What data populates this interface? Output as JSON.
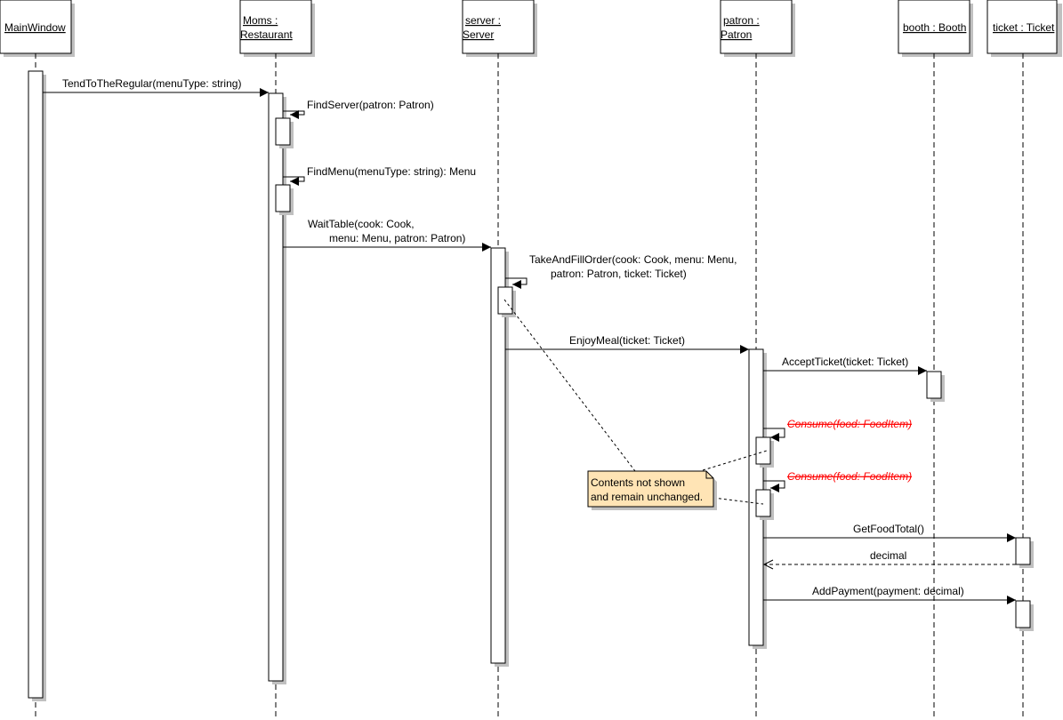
{
  "diagram": {
    "type": "UML sequence diagram",
    "lifelines": [
      {
        "id": "mainwindow",
        "label_lines": [
          "MainWindow"
        ]
      },
      {
        "id": "moms",
        "label_lines": [
          "Moms :",
          "Restaurant"
        ]
      },
      {
        "id": "server",
        "label_lines": [
          "server :",
          "Server"
        ]
      },
      {
        "id": "patron",
        "label_lines": [
          "patron :",
          "Patron"
        ]
      },
      {
        "id": "booth",
        "label_lines": [
          "booth : Booth"
        ]
      },
      {
        "id": "ticket",
        "label_lines": [
          "ticket : Ticket"
        ]
      }
    ],
    "messages": [
      {
        "id": "tend",
        "from": "mainwindow",
        "to": "moms",
        "kind": "sync",
        "label_lines": [
          "TendToTheRegular(menuType: string)"
        ]
      },
      {
        "id": "findserver",
        "from": "moms",
        "to": "moms",
        "kind": "self",
        "label_lines": [
          "FindServer(patron: Patron)"
        ]
      },
      {
        "id": "findmenu",
        "from": "moms",
        "to": "moms",
        "kind": "self",
        "label_lines": [
          "FindMenu(menuType: string): Menu"
        ]
      },
      {
        "id": "waittable",
        "from": "moms",
        "to": "server",
        "kind": "sync",
        "label_lines": [
          "WaitTable(cook: Cook,",
          "menu: Menu, patron: Patron)"
        ]
      },
      {
        "id": "takefill",
        "from": "server",
        "to": "server",
        "kind": "self",
        "label_lines": [
          "TakeAndFillOrder(cook: Cook, menu: Menu,",
          "patron: Patron, ticket: Ticket)"
        ]
      },
      {
        "id": "enjoymeal",
        "from": "server",
        "to": "patron",
        "kind": "sync",
        "label_lines": [
          "EnjoyMeal(ticket: Ticket)"
        ]
      },
      {
        "id": "acceptticket",
        "from": "patron",
        "to": "booth",
        "kind": "sync",
        "label_lines": [
          "AcceptTicket(ticket: Ticket)"
        ]
      },
      {
        "id": "consume1",
        "from": "patron",
        "to": "patron",
        "kind": "self",
        "deleted": true,
        "label_lines": [
          "Consume(food: FoodItem)"
        ]
      },
      {
        "id": "consume2",
        "from": "patron",
        "to": "patron",
        "kind": "self",
        "deleted": true,
        "label_lines": [
          "Consume(food: FoodItem)"
        ]
      },
      {
        "id": "getfoodtotal",
        "from": "patron",
        "to": "ticket",
        "kind": "sync",
        "label_lines": [
          "GetFoodTotal()"
        ]
      },
      {
        "id": "decimal",
        "from": "ticket",
        "to": "patron",
        "kind": "return",
        "label_lines": [
          "decimal"
        ]
      },
      {
        "id": "addpayment",
        "from": "patron",
        "to": "ticket",
        "kind": "sync",
        "label_lines": [
          "AddPayment(payment: decimal)"
        ]
      }
    ],
    "note": {
      "label_lines": [
        "Contents not shown",
        "and remain unchanged."
      ],
      "attached_to": [
        "takefill",
        "consume1",
        "consume2"
      ]
    },
    "colors": {
      "line": "#000000",
      "shadow": "#c0c0c0",
      "note_fill": "#ffe4b5",
      "deleted_text": "#ff0000",
      "box_fill": "#ffffff"
    }
  }
}
